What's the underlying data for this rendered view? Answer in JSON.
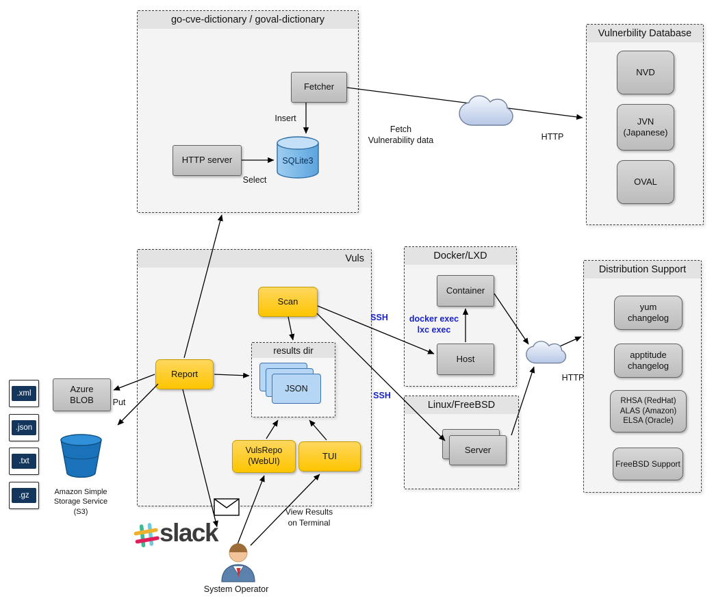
{
  "colors": {
    "node_gray": "#c9c9c9",
    "node_yellow": "#ffcc00",
    "doc_blue": "#b5d7f5",
    "link_text_blue": "#1822cc",
    "container_bg": "#f4f4f4",
    "sqlite_blue": "#85c1ed",
    "s3_bucket_blue": "#1a72ba"
  },
  "dict": {
    "title": "go-cve-dictionary / goval-dictionary",
    "fetcher": "Fetcher",
    "http_server": "HTTP server",
    "sqlite": "SQLite3",
    "insert_label": "Insert",
    "select_label": "Select"
  },
  "vulndb": {
    "title": "Vulnerbility Database",
    "items": [
      "NVD",
      "JVN\n(Japanese)",
      "OVAL"
    ]
  },
  "vuls": {
    "title": "Vuls",
    "scan": "Scan",
    "report": "Report",
    "results_dir_title": "results dir",
    "json_doc": "JSON",
    "vulsrepo": "VulsRepo\n(WebUI)",
    "tui": "TUI"
  },
  "docker": {
    "title": "Docker/LXD",
    "container": "Container",
    "host": "Host"
  },
  "linux": {
    "title": "Linux/FreeBSD",
    "server": "Server"
  },
  "dist": {
    "title": "Distribution Support",
    "items": [
      "yum\nchangelog",
      "apptitude\nchangelog",
      "RHSA (RedHat)\nALAS (Amazon)\nELSA (Oracle)",
      "FreeBSD Support"
    ]
  },
  "storage": {
    "azure": "Azure\nBLOB",
    "files": [
      ".xml",
      ".json",
      ".txt",
      ".gz"
    ],
    "s3_caption": "Amazon Simple\nStorage Service\n(S3)"
  },
  "edges": {
    "fetch_vuln": "Fetch\nVulnerability data",
    "http_top": "HTTP",
    "http_right": "HTTP",
    "ssh_upper": "SSH",
    "ssh_lower": "SSH",
    "docker_exec": "docker exec\nlxc exec",
    "put": "Put",
    "view_results": "View Results\non Terminal"
  },
  "misc": {
    "slack": "slack",
    "system_operator": "System Operator"
  }
}
